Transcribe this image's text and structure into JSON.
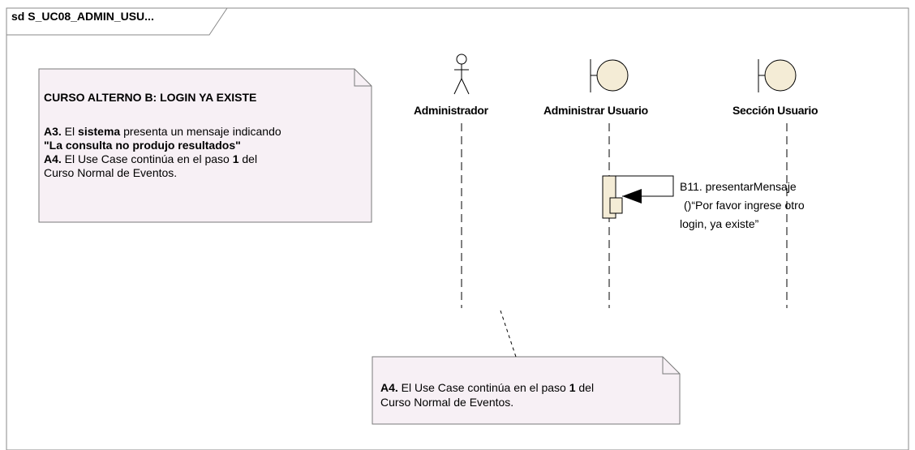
{
  "frame": {
    "title": "sd S_UC08_ADMIN_USU..."
  },
  "lifelines": [
    {
      "name": "Administrador",
      "kind": "actor"
    },
    {
      "name": "Administrar Usuario",
      "kind": "boundary"
    },
    {
      "name": "Sección Usuario",
      "kind": "boundary"
    }
  ],
  "note1": {
    "title": "CURSO ALTERNO B: LOGIN YA EXISTE",
    "a3_num": "A3.",
    "a3_t1": " El ",
    "a3_bold": "sistema",
    "a3_t2": " presenta un mensaje indicando",
    "a3_quote": "\"La consulta no produjo resultados\"",
    "a4_num": "A4.",
    "a4_t1": " El Use Case continúa en el paso ",
    "a4_bold": "1",
    "a4_t2": " del",
    "a4_line2": "Curso Normal de Eventos."
  },
  "note2": {
    "a4_num": "A4.",
    "a4_t1": " El Use Case continúa en el paso ",
    "a4_bold": "1",
    "a4_t2": " del",
    "a4_line2": "Curso Normal de Eventos."
  },
  "message": {
    "line1": "B11. presentarMensaje",
    "line2": "()“Por favor ingrese otro",
    "line3": "login, ya existe”"
  },
  "colors": {
    "note_fill": "#f7f0f5",
    "boundary_fill": "#f4ecd6",
    "activation_fill": "#f4ecd6",
    "frame_border": "#8a8a8a"
  }
}
